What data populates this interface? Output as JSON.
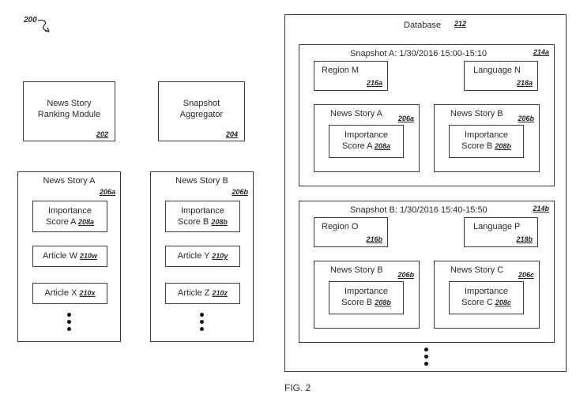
{
  "figure_ref": "200",
  "fig_caption": "FIG. 2",
  "ranking_module": {
    "line1": "News Story",
    "line2": "Ranking Module",
    "ref": "202"
  },
  "aggregator": {
    "line1": "Snapshot",
    "line2": "Aggregator",
    "ref": "204"
  },
  "left_story_a": {
    "title": "News Story A",
    "ref": "206a",
    "score_line1": "Importance",
    "score_line2": "Score A",
    "score_ref": "208a",
    "article1": "Article W",
    "article1_ref": "210w",
    "article2": "Article X",
    "article2_ref": "210x"
  },
  "left_story_b": {
    "title": "News Story B",
    "ref": "206b",
    "score_line1": "Importance",
    "score_line2": "Score B",
    "score_ref": "208b",
    "article1": "Article Y",
    "article1_ref": "210y",
    "article2": "Article Z",
    "article2_ref": "210z"
  },
  "database": {
    "title": "Database",
    "ref": "212",
    "snapshot_a": {
      "title": "Snapshot A: 1/30/2016 15:00-15:10",
      "ref": "214a",
      "region": "Region M",
      "region_ref": "216a",
      "language": "Language N",
      "language_ref": "218a",
      "story1": {
        "title": "News Story A",
        "ref": "206a",
        "score_line1": "Importance",
        "score_line2": "Score A",
        "score_ref": "208a"
      },
      "story2": {
        "title": "News Story B",
        "ref": "206b",
        "score_line1": "Importance",
        "score_line2": "Score B",
        "score_ref": "208b"
      }
    },
    "snapshot_b": {
      "title": "Snapshot B: 1/30/2016 15:40-15:50",
      "ref": "214b",
      "region": "Region O",
      "region_ref": "216b",
      "language": "Language P",
      "language_ref": "218b",
      "story1": {
        "title": "News Story B",
        "ref": "206b",
        "score_line1": "Importance",
        "score_line2": "Score B",
        "score_ref": "208b"
      },
      "story2": {
        "title": "News Story C",
        "ref": "206c",
        "score_line1": "Importance",
        "score_line2": "Score C",
        "score_ref": "208c"
      }
    }
  }
}
